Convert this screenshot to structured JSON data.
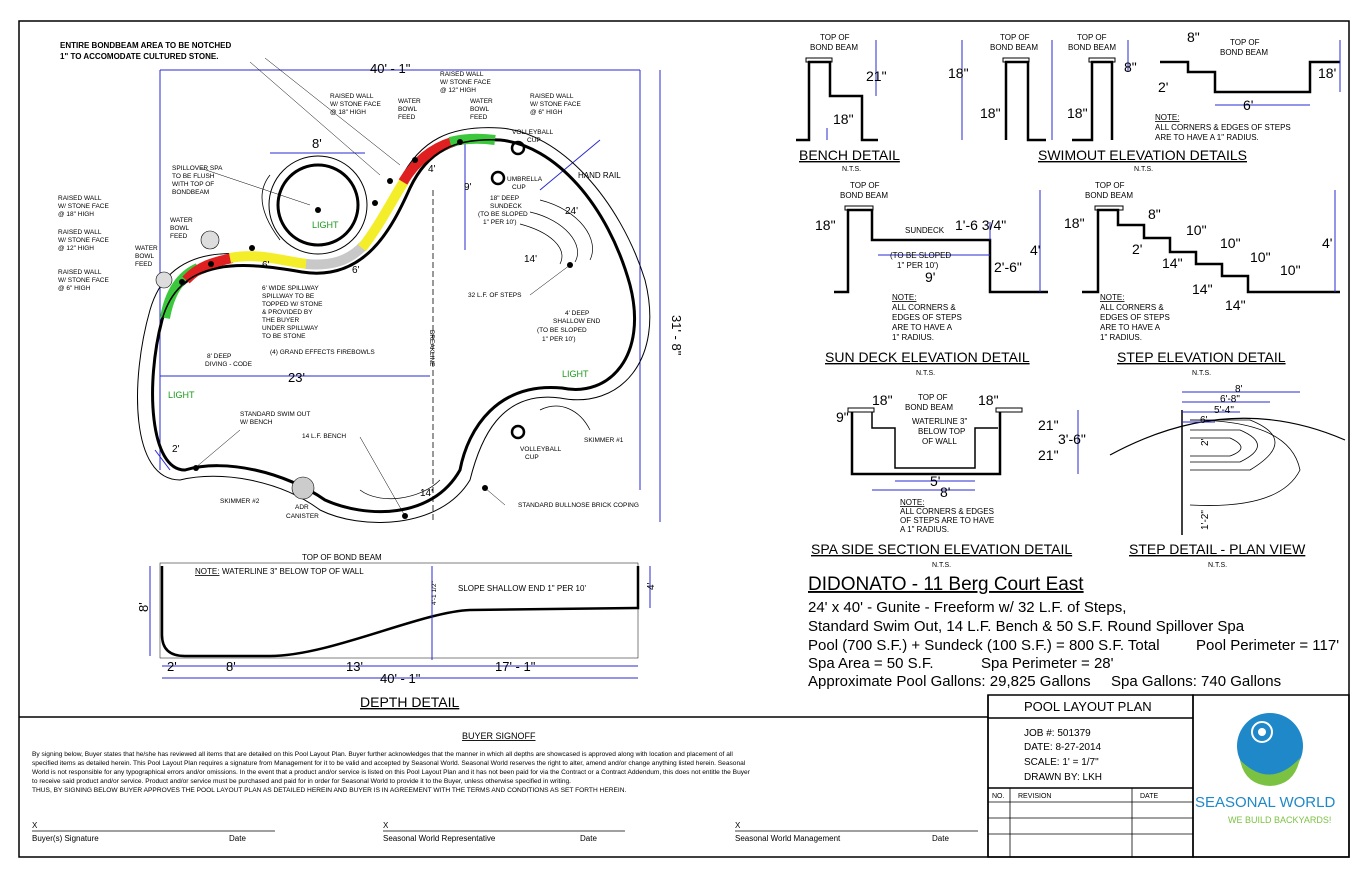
{
  "plan": {
    "notes": {
      "bondbeam_1": "ENTIRE BONDBEAM AREA TO BE NOTCHED",
      "bondbeam_2": "1\" TO ACCOMODATE CULTURED STONE.",
      "raised_wall_a": [
        "RAISED WALL",
        "W/ STONE FACE",
        "@ 12\" HIGH"
      ],
      "raised_wall_b": [
        "RAISED WALL",
        "W/ STONE FACE",
        "@ 18\" HIGH"
      ],
      "water_bowl": [
        "WATER",
        "BOWL",
        "FEED"
      ],
      "raised_wall_c": [
        "RAISED WALL",
        "W/ STONE FACE",
        "@ 6\" HIGH"
      ],
      "volleyball_cup": [
        "VOLLEYBALL",
        "CUP"
      ],
      "spillover": [
        "SPILLOVER SPA",
        "TO BE FLUSH",
        "WITH TOP OF",
        "BONDBEAM"
      ],
      "umbrella": [
        "UMBRELLA",
        "CUP"
      ],
      "hand_rail": "HAND RAIL",
      "sundeck_note": [
        "18\" DEEP",
        "SUNDECK",
        "(TO BE SLOPED",
        "1\" PER 10')"
      ],
      "left_wall_18": [
        "RAISED WALL",
        "W/ STONE FACE",
        "@ 18\" HIGH"
      ],
      "left_wall_12": [
        "RAISED WALL",
        "W/ STONE FACE",
        "@ 12\" HIGH"
      ],
      "left_wall_6": [
        "RAISED WALL",
        "W/ STONE FACE",
        "@ 6\" HIGH"
      ],
      "spillway": [
        "6' WIDE SPILLWAY",
        "SPILLWAY TO BE",
        "TOPPED W/ STONE",
        "& PROVIDED BY",
        "THE BUYER",
        "UNDER SPILLWAY",
        "TO BE STONE"
      ],
      "firebowls": "(4) GRAND EFFECTS FIREBOWLS",
      "steps_32": "32 L.F. OF STEPS",
      "shallow": [
        "4' DEEP",
        "SHALLOW END",
        "(TO BE SLOPED",
        "1\" PER 10')"
      ],
      "diving": [
        "8' DEEP",
        "DIVING - CODE"
      ],
      "breakline": "BREAKLINE",
      "light": "LIGHT",
      "swim_out": [
        "STANDARD SWIM OUT",
        "W/ BENCH"
      ],
      "bench_14": "14 L.F. BENCH",
      "skimmer_1": "SKIMMER #1",
      "skimmer_2": "SKIMMER #2",
      "adr": [
        "ADR",
        "CANISTER"
      ],
      "coping": "STANDARD BULLNOSE BRICK COPING",
      "dim_40": "40' - 1\"",
      "dim_31": "31' - 8\"",
      "dim_23": "23'",
      "dim_8": "8'",
      "dim_6": "6'",
      "dim_4": "4'",
      "dim_2": "2'",
      "dim_9": "9'",
      "dim_14": "14'",
      "dim_24": "24'"
    }
  },
  "depth": {
    "top_label": "TOP OF BOND BEAM",
    "note_label": "NOTE:",
    "note_text": "WATERLINE 3\" BELOW TOP OF WALL",
    "slope": "SLOPE SHALLOW END 1\" PER 10'",
    "d8": "8'",
    "d4": "4'",
    "d41": "4'-1 1/2\"",
    "d2": "2'",
    "d8b": "8'",
    "d13": "13'",
    "d17": "17' - 1\"",
    "d40": "40' - 1\"",
    "title": "DEPTH DETAIL"
  },
  "details": {
    "top_bond_beam": [
      "TOP OF",
      "BOND BEAM"
    ],
    "bench": {
      "title": "BENCH DETAIL",
      "nts": "N.T.S.",
      "d21": "21\"",
      "d18": "18\""
    },
    "swimout": {
      "title": "SWIMOUT ELEVATION DETAILS",
      "nts": "N.T.S.",
      "d18a": "18\"",
      "d18b": "18\"",
      "d18c": "18\"",
      "d8": "8\"",
      "d8b": "8\"",
      "d2": "2'",
      "d6": "6'",
      "d18r": "18'",
      "note": [
        "NOTE:",
        "ALL CORNERS & EDGES OF STEPS",
        "ARE TO HAVE A 1\" RADIUS."
      ]
    },
    "sundeck": {
      "title": "SUN DECK ELEVATION DETAIL",
      "nts": "N.T.S.",
      "d18": "18\"",
      "label": "SUNDECK",
      "d16": "1'-6 3/4\"",
      "slope": [
        "(TO BE SLOPED",
        "1\" PER 10')"
      ],
      "d9": "9'",
      "d26": "2'-6\"",
      "d4": "4'",
      "note": [
        "NOTE:",
        "ALL CORNERS &",
        "EDGES OF STEPS",
        "ARE TO HAVE A",
        "1\" RADIUS."
      ]
    },
    "step": {
      "title": "STEP ELEVATION DETAIL",
      "nts": "N.T.S.",
      "d18": "18\"",
      "d8": "8\"",
      "d10": "10\"",
      "d2": "2'",
      "d14": "14\"",
      "d4": "4'",
      "note": [
        "NOTE:",
        "ALL CORNERS &",
        "EDGES OF STEPS",
        "ARE TO HAVE A",
        "1\" RADIUS."
      ]
    },
    "spa": {
      "title": "SPA SIDE SECTION ELEVATION DETAIL",
      "nts": "N.T.S.",
      "d9": "9\"",
      "d18a": "18\"",
      "d18b": "18\"",
      "water": [
        "WATERLINE 3\"",
        "BELOW TOP",
        "OF WALL"
      ],
      "d21a": "21\"",
      "d21b": "21\"",
      "d36": "3'-6\"",
      "d5": "5'",
      "d8": "8'",
      "note": [
        "NOTE:",
        "ALL CORNERS & EDGES",
        "OF STEPS ARE TO HAVE",
        "A 1\" RADIUS."
      ]
    },
    "stepplan": {
      "title": "STEP DETAIL - PLAN VIEW",
      "nts": "N.T.S.",
      "d8": "8'",
      "d68": "6'-8\"",
      "d54": "5'-4\"",
      "d6": "6'",
      "d2": "2'",
      "d12": "1'-2\""
    }
  },
  "project": {
    "name": "DIDONATO - 11 Berg Court East",
    "line1": "24' x 40' - Gunite - Freeform w/ 32 L.F. of Steps,",
    "line2": "Standard Swim Out, 14 L.F. Bench & 50 S.F. Round Spillover Spa",
    "line3": "Pool (700 S.F.) + Sundeck (100 S.F.) = 800 S.F. Total",
    "perimeter": "Pool Perimeter = 117'",
    "spa_area": "Spa Area = 50 S.F.",
    "spa_perim": "Spa Perimeter = 28'",
    "gallons": "Approximate Pool Gallons: 29,825 Gallons",
    "spa_gallons": "Spa Gallons: 740 Gallons"
  },
  "signoff": {
    "title": "BUYER SIGNOFF",
    "text": [
      "By signing below, Buyer states that he/she has reviewed all items that are detailed on this Pool Layout Plan. Buyer further acknowledges that the manner in which all depths are showcased is approved along with location and placement of all",
      "specified items as detailed herein. This Pool Layout Plan requires a signature from Management for it to be valid and accepted by Seasonal World. Seasonal World reserves the right to alter, amend and/or change anything listed herein. Seasonal",
      "World is not responsible for any typographical errors and/or omissions. In the event that a product and/or service is listed on this Pool Layout Plan and it has not been paid for via the Contract or a Contract Addendum, this does not entitle the Buyer",
      "to receive said product and/or service. Product and/or service must be purchased and paid for in order for Seasonal World to provide it to the Buyer, unless otherwise specified in writing.",
      "THUS, BY SIGNING BELOW BUYER APPROVES THE POOL LAYOUT PLAN AS DETAILED HEREIN AND BUYER IS IN AGREEMENT WITH THE TERMS AND CONDITIONS AS SET FORTH HEREIN."
    ],
    "x": "X",
    "buyer_sig": "Buyer(s) Signature",
    "rep_sig": "Seasonal World Representative",
    "mgmt_sig": "Seasonal World Management",
    "date": "Date"
  },
  "titleblock": {
    "title": "POOL LAYOUT PLAN",
    "job": "JOB #: 501379",
    "date": "DATE: 8-27-2014",
    "scale": "SCALE: 1' = 1/7\"",
    "drawn": "DRAWN BY: LKH",
    "no": "NO.",
    "revision": "REVISION",
    "rev_date": "DATE"
  },
  "brand": {
    "name": "SEASONAL WORLD",
    "tagline": "WE BUILD BACKYARDS!",
    "blue": "#1e88c8",
    "green": "#7cc242"
  },
  "colors": {
    "dimension": "#2a2ad0",
    "wall_red": "#e02020",
    "wall_yellow": "#f4ee2a",
    "wall_green": "#3cc83c",
    "spillway_gray": "#c8c8c8"
  }
}
